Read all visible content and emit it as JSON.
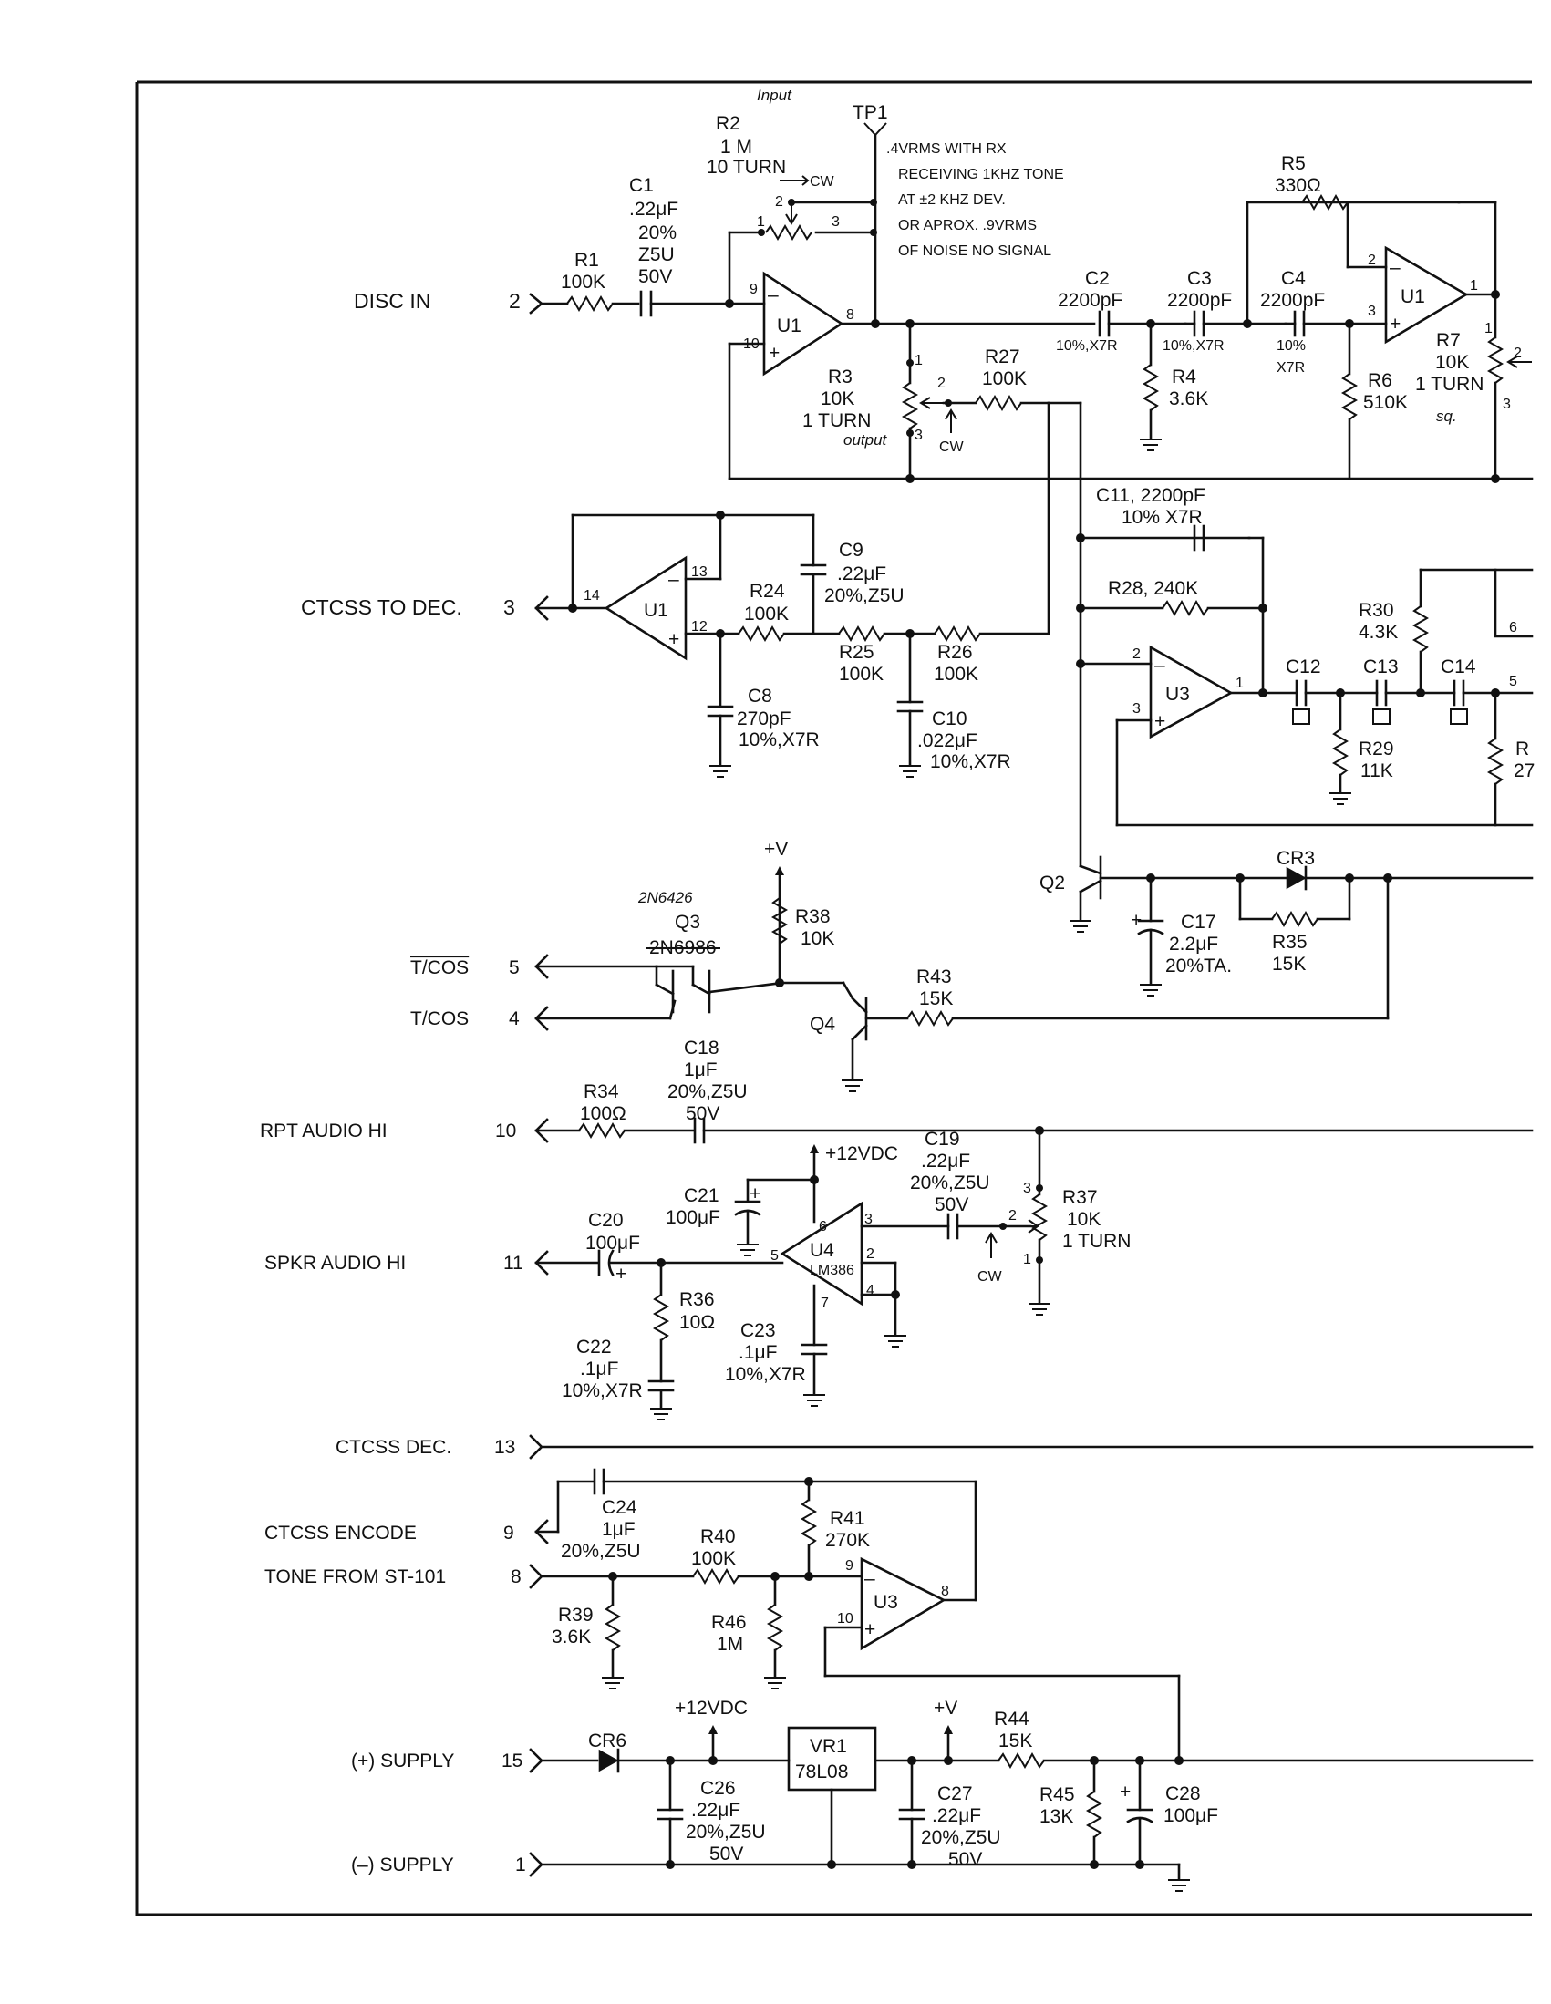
{
  "connectors": [
    {
      "name": "DISC IN",
      "pin": "2"
    },
    {
      "name": "CTCSS TO DEC.",
      "pin": "3"
    },
    {
      "name": "T/COS",
      "pin": "5"
    },
    {
      "name": "T/COS",
      "pin": "4"
    },
    {
      "name": "RPT AUDIO HI",
      "pin": "10"
    },
    {
      "name": "SPKR AUDIO HI",
      "pin": "11"
    },
    {
      "name": "CTCSS DEC.",
      "pin": "13"
    },
    {
      "name": "CTCSS ENCODE",
      "pin": "9"
    },
    {
      "name": "TONE FROM ST-101",
      "pin": "8"
    },
    {
      "name": "(+) SUPPLY",
      "pin": "15"
    },
    {
      "name": "(–) SUPPLY",
      "pin": "1"
    }
  ],
  "annotations": {
    "input_note": "Input",
    "output_note": "output",
    "sq_note": "sq.",
    "tp1": "TP1",
    "tp1_note": [
      ".4VRMS WITH RX",
      "RECEIVING 1KHZ TONE",
      "AT ±2 KHZ DEV.",
      "OR APROX. .9VRMS",
      "OF NOISE NO SIGNAL"
    ],
    "q3_part_handwritten": "2N6426",
    "q3_part_struck": "2N6986"
  },
  "components": {
    "R1": [
      "R1",
      "100K"
    ],
    "C1": [
      "C1",
      ".22μF",
      "20%",
      "Z5U",
      "50V"
    ],
    "R2": [
      "R2",
      "1 M",
      "10 TURN"
    ],
    "U1a": [
      "U1"
    ],
    "R3": [
      "R3",
      "10K",
      "1 TURN"
    ],
    "R27": [
      "R27",
      "100K"
    ],
    "C2": [
      "C2",
      "2200pF",
      "10%,X7R"
    ],
    "R4": [
      "R4",
      "3.6K"
    ],
    "C3": [
      "C3",
      "2200pF",
      "10%,X7R"
    ],
    "C4": [
      "C4",
      "2200pF",
      "10%",
      "X7R"
    ],
    "R5": [
      "R5",
      "330Ω"
    ],
    "U1b": [
      "U1"
    ],
    "R6": [
      "R6",
      "510K"
    ],
    "R7": [
      "R7",
      "10K",
      "1 TURN"
    ],
    "U1c": [
      "U1"
    ],
    "C9": [
      "C9",
      ".22μF",
      "20%,Z5U"
    ],
    "R24": [
      "R24",
      "100K"
    ],
    "R25": [
      "R25",
      "100K"
    ],
    "R26": [
      "R26",
      "100K"
    ],
    "C8": [
      "C8",
      "270pF",
      "10%,X7R"
    ],
    "C10": [
      "C10",
      ".022μF",
      "10%,X7R"
    ],
    "C11": [
      "C11, 2200pF",
      "10% X7R"
    ],
    "R28": [
      "R28, 240K"
    ],
    "U3a": [
      "U3"
    ],
    "C12": [
      "C12"
    ],
    "C13": [
      "C13"
    ],
    "C14": [
      "C14"
    ],
    "R29": [
      "R29",
      "11K"
    ],
    "R30": [
      "R30",
      "4.3K"
    ],
    "Rcut": [
      "R",
      "27"
    ],
    "Q2": [
      "Q2"
    ],
    "C17": [
      "C17",
      "2.2μF",
      "20%TA."
    ],
    "CR3": [
      "CR3"
    ],
    "R35": [
      "R35",
      "15K"
    ],
    "Q3": [
      "Q3"
    ],
    "R38": [
      "R38",
      "10K"
    ],
    "Q4": [
      "Q4"
    ],
    "R43": [
      "R43",
      "15K"
    ],
    "R34": [
      "R34",
      "100Ω"
    ],
    "C18": [
      "C18",
      "1μF",
      "20%,Z5U",
      "50V"
    ],
    "C21": [
      "C21",
      "100μF"
    ],
    "C19": [
      "C19",
      ".22μF",
      "20%,Z5U",
      "50V"
    ],
    "R37": [
      "R37",
      "10K",
      "1 TURN"
    ],
    "C20": [
      "C20",
      "100μF"
    ],
    "U4": [
      "U4",
      "LM386"
    ],
    "R36": [
      "R36",
      "10Ω"
    ],
    "C22": [
      "C22",
      ".1μF",
      "10%,X7R"
    ],
    "C23": [
      "C23",
      ".1μF",
      "10%,X7R"
    ],
    "C24": [
      "C24",
      "1μF",
      "20%,Z5U"
    ],
    "R41": [
      "R41",
      "270K"
    ],
    "R40": [
      "R40",
      "100K"
    ],
    "R39": [
      "R39",
      "3.6K"
    ],
    "R46": [
      "R46",
      "1M"
    ],
    "U3b": [
      "U3"
    ],
    "CR6": [
      "CR6"
    ],
    "VR1": [
      "VR1",
      "78L08"
    ],
    "C26": [
      "C26",
      ".22μF",
      "20%,Z5U",
      "50V"
    ],
    "C27": [
      "C27",
      ".22μF",
      "20%,Z5U",
      "50V"
    ],
    "R44": [
      "R44",
      "15K"
    ],
    "R45": [
      "R45",
      "13K"
    ],
    "C28": [
      "C28",
      "100μF"
    ]
  },
  "rails": {
    "v12": "+12VDC",
    "v": "+V",
    "cw": "CW"
  },
  "pins": {
    "p1": "1",
    "p2": "2",
    "p3": "3",
    "p4": "4",
    "p5": "5",
    "p6": "6",
    "p7": "7",
    "p8": "8",
    "p9": "9",
    "p10": "10",
    "p12": "12",
    "p13": "13",
    "p14": "14",
    "plus": "+",
    "minus": "–",
    "boxmark": "□"
  }
}
